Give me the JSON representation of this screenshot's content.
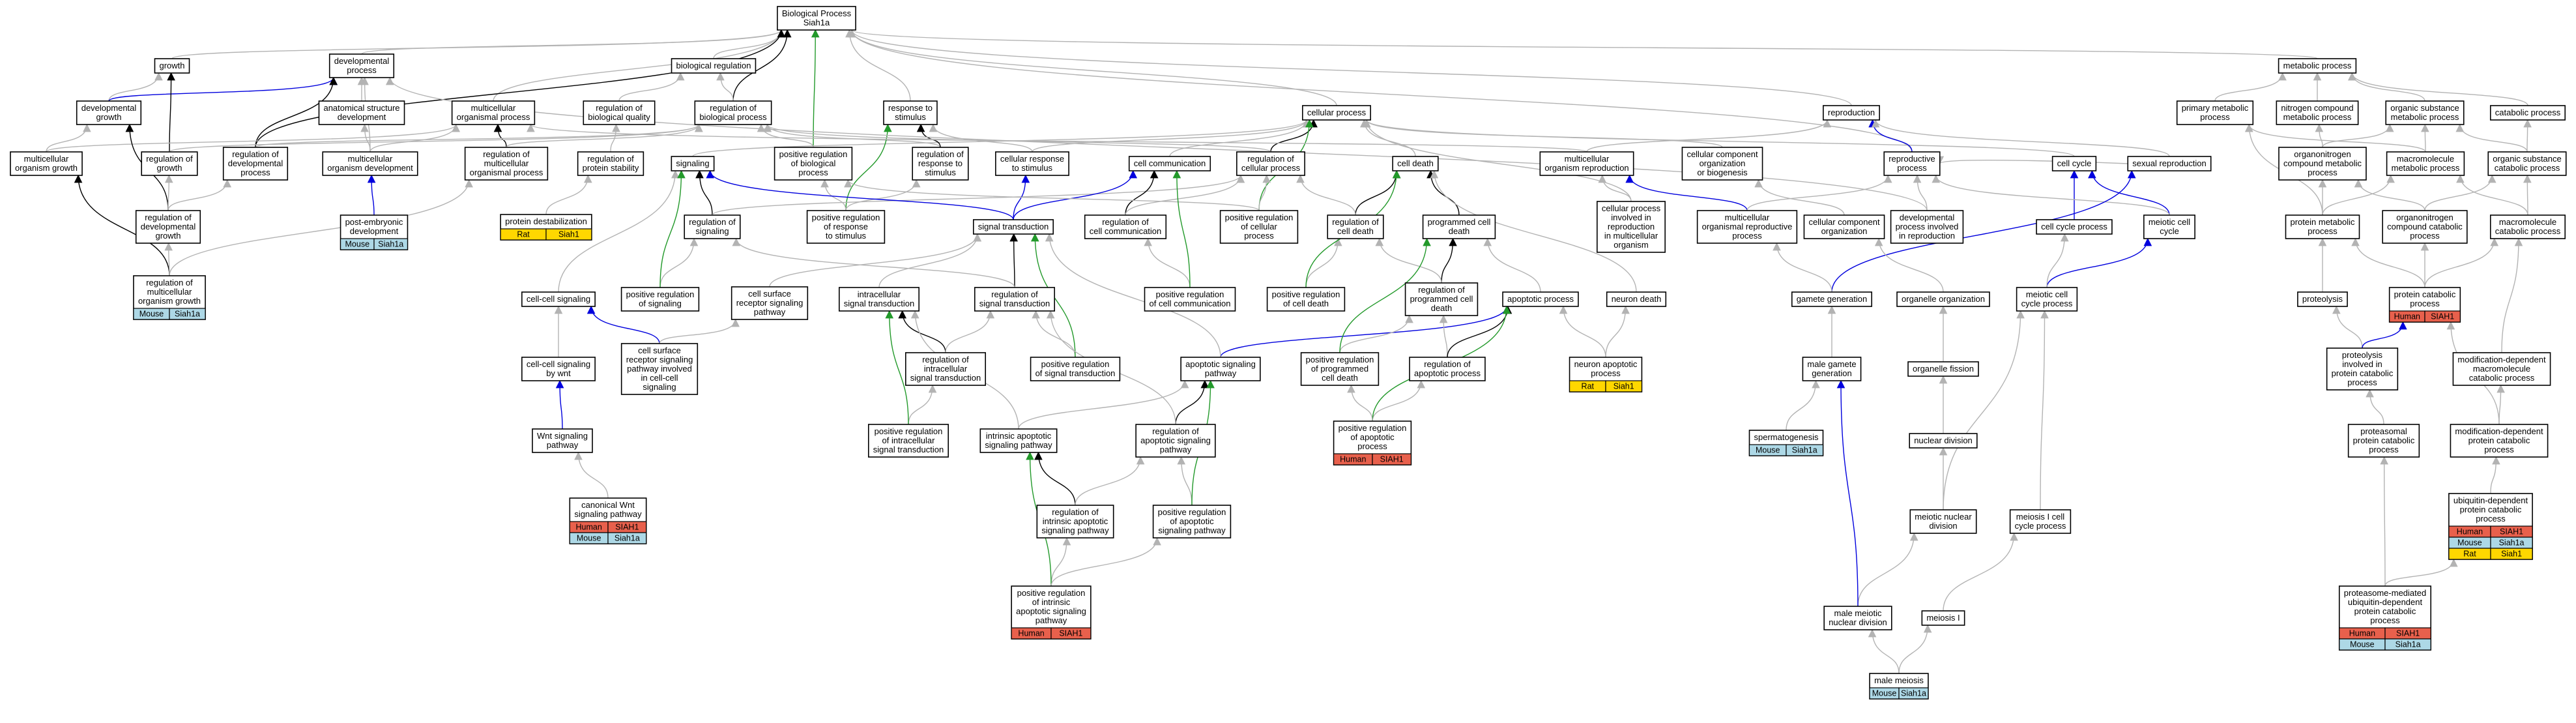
{
  "colors": {
    "Human": "#e8604c",
    "Mouse": "#add8e6",
    "Rat": "#ffd700",
    "gray": "#b3b3b3",
    "black": "#000000",
    "blue": "#0000dd",
    "green": "#22992a"
  },
  "root": {
    "lines": [
      "Biological Process",
      "Siah1a"
    ]
  },
  "species_tags": [
    {
      "node": "regulation of multicellular organism growth",
      "species": "Mouse",
      "gene": "Siah1a"
    },
    {
      "node": "post-embryonic development",
      "species": "Mouse",
      "gene": "Siah1a"
    },
    {
      "node": "protein destabilization",
      "species": "Rat",
      "gene": "Siah1"
    },
    {
      "node": "canonical Wnt signaling pathway",
      "species": "Human",
      "gene": "SIAH1"
    },
    {
      "node": "canonical Wnt signaling pathway",
      "species": "Mouse",
      "gene": "Siah1a"
    },
    {
      "node": "positive regulation of apoptotic process",
      "species": "Human",
      "gene": "SIAH1"
    },
    {
      "node": "positive regulation of intrinsic apoptotic signaling pathway",
      "species": "Human",
      "gene": "SIAH1"
    },
    {
      "node": "neuron apoptotic process",
      "species": "Rat",
      "gene": "Siah1"
    },
    {
      "node": "spermatogenesis",
      "species": "Mouse",
      "gene": "Siah1a"
    },
    {
      "node": "male meiosis",
      "species": "Mouse",
      "gene": "Siah1a"
    },
    {
      "node": "protein catabolic process",
      "species": "Human",
      "gene": "SIAH1"
    },
    {
      "node": "ubiquitin-dependent protein catabolic process",
      "species": "Human",
      "gene": "SIAH1"
    },
    {
      "node": "ubiquitin-dependent protein catabolic process",
      "species": "Mouse",
      "gene": "Siah1a"
    },
    {
      "node": "ubiquitin-dependent protein catabolic process",
      "species": "Rat",
      "gene": "Siah1"
    },
    {
      "node": "proteasome-mediated ubiquitin-dependent protein catabolic process",
      "species": "Human",
      "gene": "SIAH1"
    },
    {
      "node": "proteasome-mediated ubiquitin-dependent protein catabolic process",
      "species": "Mouse",
      "gene": "Siah1a"
    }
  ],
  "nodes": [
    {
      "id": "biological_process",
      "lines": [
        "Biological Process",
        "Siah1a"
      ]
    },
    {
      "id": "growth",
      "lines": [
        "growth"
      ]
    },
    {
      "id": "developmental_process",
      "lines": [
        "developmental",
        "process"
      ]
    },
    {
      "id": "biological_regulation",
      "lines": [
        "biological regulation"
      ]
    },
    {
      "id": "metabolic_process",
      "lines": [
        "metabolic process"
      ]
    },
    {
      "id": "developmental_growth",
      "lines": [
        "developmental",
        "growth"
      ]
    },
    {
      "id": "anatomical_structure_development",
      "lines": [
        "anatomical structure",
        "development"
      ]
    },
    {
      "id": "multicellular_organismal_process",
      "lines": [
        "multicellular",
        "organismal process"
      ]
    },
    {
      "id": "regulation_of_biological_quality",
      "lines": [
        "regulation of",
        "biological quality"
      ]
    },
    {
      "id": "regulation_of_biological_process",
      "lines": [
        "regulation of",
        "biological process"
      ]
    },
    {
      "id": "response_to_stimulus",
      "lines": [
        "response to",
        "stimulus"
      ]
    },
    {
      "id": "cellular_process",
      "lines": [
        "cellular process"
      ]
    },
    {
      "id": "reproduction",
      "lines": [
        "reproduction"
      ]
    },
    {
      "id": "primary_metabolic_process",
      "lines": [
        "primary metabolic",
        "process"
      ]
    },
    {
      "id": "nitrogen_compound_metabolic_process",
      "lines": [
        "nitrogen compound",
        "metabolic process"
      ]
    },
    {
      "id": "organic_substance_metabolic_process",
      "lines": [
        "organic substance",
        "metabolic process"
      ]
    },
    {
      "id": "catabolic_process",
      "lines": [
        "catabolic process"
      ]
    },
    {
      "id": "multicellular_organism_growth",
      "lines": [
        "multicellular",
        "organism growth"
      ]
    },
    {
      "id": "regulation_of_growth",
      "lines": [
        "regulation of",
        "growth"
      ]
    },
    {
      "id": "regulation_of_developmental_process",
      "lines": [
        "regulation of",
        "developmental",
        "process"
      ]
    },
    {
      "id": "multicellular_organism_development",
      "lines": [
        "multicellular",
        "organism development"
      ]
    },
    {
      "id": "regulation_of_multicellular_organismal_process",
      "lines": [
        "regulation of",
        "multicellular",
        "organismal process"
      ]
    },
    {
      "id": "regulation_of_protein_stability",
      "lines": [
        "regulation of",
        "protein stability"
      ]
    },
    {
      "id": "signaling",
      "lines": [
        "signaling"
      ]
    },
    {
      "id": "positive_regulation_of_biological_process",
      "lines": [
        "positive regulation",
        "of biological",
        "process"
      ]
    },
    {
      "id": "regulation_of_response_to_stimulus",
      "lines": [
        "regulation of",
        "response to",
        "stimulus"
      ]
    },
    {
      "id": "cellular_response_to_stimulus",
      "lines": [
        "cellular response",
        "to stimulus"
      ]
    },
    {
      "id": "cell_communication",
      "lines": [
        "cell communication"
      ]
    },
    {
      "id": "regulation_of_cellular_process",
      "lines": [
        "regulation of",
        "cellular process"
      ]
    },
    {
      "id": "cell_death",
      "lines": [
        "cell death"
      ]
    },
    {
      "id": "multicellular_organism_reproduction",
      "lines": [
        "multicellular",
        "organism reproduction"
      ]
    },
    {
      "id": "cellular_component_organization_or_biogenesis",
      "lines": [
        "cellular component",
        "organization",
        "or biogenesis"
      ]
    },
    {
      "id": "reproductive_process",
      "lines": [
        "reproductive",
        "process"
      ]
    },
    {
      "id": "cell_cycle",
      "lines": [
        "cell cycle"
      ]
    },
    {
      "id": "sexual_reproduction",
      "lines": [
        "sexual reproduction"
      ]
    },
    {
      "id": "organonitrogen_compound_metabolic_process",
      "lines": [
        "organonitrogen",
        "compound metabolic",
        "process"
      ]
    },
    {
      "id": "macromolecule_metabolic_process",
      "lines": [
        "macromolecule",
        "metabolic process"
      ]
    },
    {
      "id": "organic_substance_catabolic_process",
      "lines": [
        "organic substance",
        "catabolic process"
      ]
    },
    {
      "id": "regulation_of_developmental_growth",
      "lines": [
        "regulation of",
        "developmental",
        "growth"
      ]
    },
    {
      "id": "post_embryonic_development",
      "lines": [
        "post-embryonic",
        "development"
      ]
    },
    {
      "id": "protein_destabilization",
      "lines": [
        "protein destabilization"
      ]
    },
    {
      "id": "regulation_of_signaling",
      "lines": [
        "regulation of",
        "signaling"
      ]
    },
    {
      "id": "positive_regulation_of_response_to_stimulus",
      "lines": [
        "positive regulation",
        "of response",
        "to stimulus"
      ]
    },
    {
      "id": "signal_transduction",
      "lines": [
        "signal transduction"
      ]
    },
    {
      "id": "regulation_of_cell_communication",
      "lines": [
        "regulation of",
        "cell communication"
      ]
    },
    {
      "id": "positive_regulation_of_cellular_process",
      "lines": [
        "positive regulation",
        "of cellular",
        "process"
      ]
    },
    {
      "id": "regulation_of_cell_death",
      "lines": [
        "regulation of",
        "cell death"
      ]
    },
    {
      "id": "programmed_cell_death",
      "lines": [
        "programmed cell",
        "death"
      ]
    },
    {
      "id": "cellular_process_involved_in_reproduction",
      "lines": [
        "cellular process",
        "involved in",
        "reproduction",
        "in multicellular",
        "organism"
      ]
    },
    {
      "id": "multicellular_organismal_reproductive_process",
      "lines": [
        "multicellular",
        "organismal reproductive",
        "process"
      ]
    },
    {
      "id": "cellular_component_organization",
      "lines": [
        "cellular component",
        "organization"
      ]
    },
    {
      "id": "developmental_process_involved_in_reproduction",
      "lines": [
        "developmental",
        "process involved",
        "in reproduction"
      ]
    },
    {
      "id": "cell_cycle_process",
      "lines": [
        "cell cycle process"
      ]
    },
    {
      "id": "meiotic_cell_cycle",
      "lines": [
        "meiotic cell",
        "cycle"
      ]
    },
    {
      "id": "protein_metabolic_process",
      "lines": [
        "protein metabolic",
        "process"
      ]
    },
    {
      "id": "organonitrogen_compound_catabolic_process",
      "lines": [
        "organonitrogen",
        "compound catabolic",
        "process"
      ]
    },
    {
      "id": "macromolecule_catabolic_process",
      "lines": [
        "macromolecule",
        "catabolic process"
      ]
    },
    {
      "id": "regulation_of_multicellular_organism_growth",
      "lines": [
        "regulation of",
        "multicellular",
        "organism growth"
      ]
    },
    {
      "id": "cell_cell_signaling",
      "lines": [
        "cell-cell signaling"
      ]
    },
    {
      "id": "positive_regulation_of_signaling",
      "lines": [
        "positive regulation",
        "of signaling"
      ]
    },
    {
      "id": "cell_surface_receptor_signaling_pathway",
      "lines": [
        "cell surface",
        "receptor signaling",
        "pathway"
      ]
    },
    {
      "id": "intracellular_signal_transduction",
      "lines": [
        "intracellular",
        "signal transduction"
      ]
    },
    {
      "id": "regulation_of_signal_transduction",
      "lines": [
        "regulation of",
        "signal transduction"
      ]
    },
    {
      "id": "positive_regulation_of_cell_communication",
      "lines": [
        "positive regulation",
        "of cell communication"
      ]
    },
    {
      "id": "positive_regulation_of_cell_death",
      "lines": [
        "positive regulation",
        "of cell death"
      ]
    },
    {
      "id": "regulation_of_programmed_cell_death",
      "lines": [
        "regulation of",
        "programmed cell",
        "death"
      ]
    },
    {
      "id": "apoptotic_process",
      "lines": [
        "apoptotic process"
      ]
    },
    {
      "id": "neuron_death",
      "lines": [
        "neuron death"
      ]
    },
    {
      "id": "gamete_generation",
      "lines": [
        "gamete generation"
      ]
    },
    {
      "id": "organelle_organization",
      "lines": [
        "organelle organization"
      ]
    },
    {
      "id": "meiotic_cell_cycle_process",
      "lines": [
        "meiotic cell",
        "cycle process"
      ]
    },
    {
      "id": "proteolysis",
      "lines": [
        "proteolysis"
      ]
    },
    {
      "id": "protein_catabolic_process",
      "lines": [
        "protein catabolic",
        "process"
      ]
    },
    {
      "id": "cell_cell_signaling_by_wnt",
      "lines": [
        "cell-cell signaling",
        "by wnt"
      ]
    },
    {
      "id": "cell_surface_receptor_signaling_pathway_involved_in_cell_cell_signaling",
      "lines": [
        "cell surface",
        "receptor signaling",
        "pathway involved",
        "in cell-cell",
        "signaling"
      ]
    },
    {
      "id": "regulation_of_intracellular_signal_transduction",
      "lines": [
        "regulation of",
        "intracellular",
        "signal transduction"
      ]
    },
    {
      "id": "positive_regulation_of_signal_transduction",
      "lines": [
        "positive regulation",
        "of signal transduction"
      ]
    },
    {
      "id": "apoptotic_signaling_pathway",
      "lines": [
        "apoptotic signaling",
        "pathway"
      ]
    },
    {
      "id": "positive_regulation_of_programmed_cell_death",
      "lines": [
        "positive regulation",
        "of programmed",
        "cell death"
      ]
    },
    {
      "id": "regulation_of_apoptotic_process",
      "lines": [
        "regulation of",
        "apoptotic process"
      ]
    },
    {
      "id": "neuron_apoptotic_process",
      "lines": [
        "neuron apoptotic",
        "process"
      ]
    },
    {
      "id": "male_gamete_generation",
      "lines": [
        "male gamete",
        "generation"
      ]
    },
    {
      "id": "organelle_fission",
      "lines": [
        "organelle fission"
      ]
    },
    {
      "id": "proteolysis_involved_in_protein_catabolic_process",
      "lines": [
        "proteolysis",
        "involved in",
        "protein catabolic",
        "process"
      ]
    },
    {
      "id": "modification_dependent_macromolecule_catabolic_process",
      "lines": [
        "modification-dependent",
        "macromolecule",
        "catabolic process"
      ]
    },
    {
      "id": "wnt_signaling_pathway",
      "lines": [
        "Wnt signaling",
        "pathway"
      ]
    },
    {
      "id": "positive_regulation_of_intracellular_signal_transduction",
      "lines": [
        "positive regulation",
        "of intracellular",
        "signal transduction"
      ]
    },
    {
      "id": "intrinsic_apoptotic_signaling_pathway",
      "lines": [
        "intrinsic apoptotic",
        "signaling pathway"
      ]
    },
    {
      "id": "regulation_of_apoptotic_signaling_pathway",
      "lines": [
        "regulation of",
        "apoptotic signaling",
        "pathway"
      ]
    },
    {
      "id": "positive_regulation_of_apoptotic_process",
      "lines": [
        "positive regulation",
        "of apoptotic",
        "process"
      ]
    },
    {
      "id": "spermatogenesis",
      "lines": [
        "spermatogenesis"
      ]
    },
    {
      "id": "nuclear_division",
      "lines": [
        "nuclear division"
      ]
    },
    {
      "id": "proteasomal_protein_catabolic_process",
      "lines": [
        "proteasomal",
        "protein catabolic",
        "process"
      ]
    },
    {
      "id": "modification_dependent_protein_catabolic_process",
      "lines": [
        "modification-dependent",
        "protein catabolic",
        "process"
      ]
    },
    {
      "id": "canonical_wnt_signaling_pathway",
      "lines": [
        "canonical Wnt",
        "signaling pathway"
      ]
    },
    {
      "id": "regulation_of_intrinsic_apoptotic_signaling_pathway",
      "lines": [
        "regulation of",
        "intrinsic apoptotic",
        "signaling pathway"
      ]
    },
    {
      "id": "positive_regulation_of_apoptotic_signaling_pathway",
      "lines": [
        "positive regulation",
        "of apoptotic",
        "signaling pathway"
      ]
    },
    {
      "id": "meiotic_nuclear_division",
      "lines": [
        "meiotic nuclear",
        "division"
      ]
    },
    {
      "id": "meiosis_i_cell_cycle_process",
      "lines": [
        "meiosis I cell",
        "cycle process"
      ]
    },
    {
      "id": "ubiquitin_dependent_protein_catabolic_process",
      "lines": [
        "ubiquitin-dependent",
        "protein catabolic",
        "process"
      ]
    },
    {
      "id": "positive_regulation_of_intrinsic_apoptotic_signaling_pathway",
      "lines": [
        "positive regulation",
        "of intrinsic",
        "apoptotic signaling",
        "pathway"
      ]
    },
    {
      "id": "male_meiotic_nuclear_division",
      "lines": [
        "male meiotic",
        "nuclear division"
      ]
    },
    {
      "id": "meiosis_i",
      "lines": [
        "meiosis I"
      ]
    },
    {
      "id": "proteasome_mediated_ubiquitin_dependent_protein_catabolic_process",
      "lines": [
        "proteasome-mediated",
        "ubiquitin-dependent",
        "protein catabolic",
        "process"
      ]
    },
    {
      "id": "male_meiosis",
      "lines": [
        "male meiosis"
      ]
    }
  ]
}
